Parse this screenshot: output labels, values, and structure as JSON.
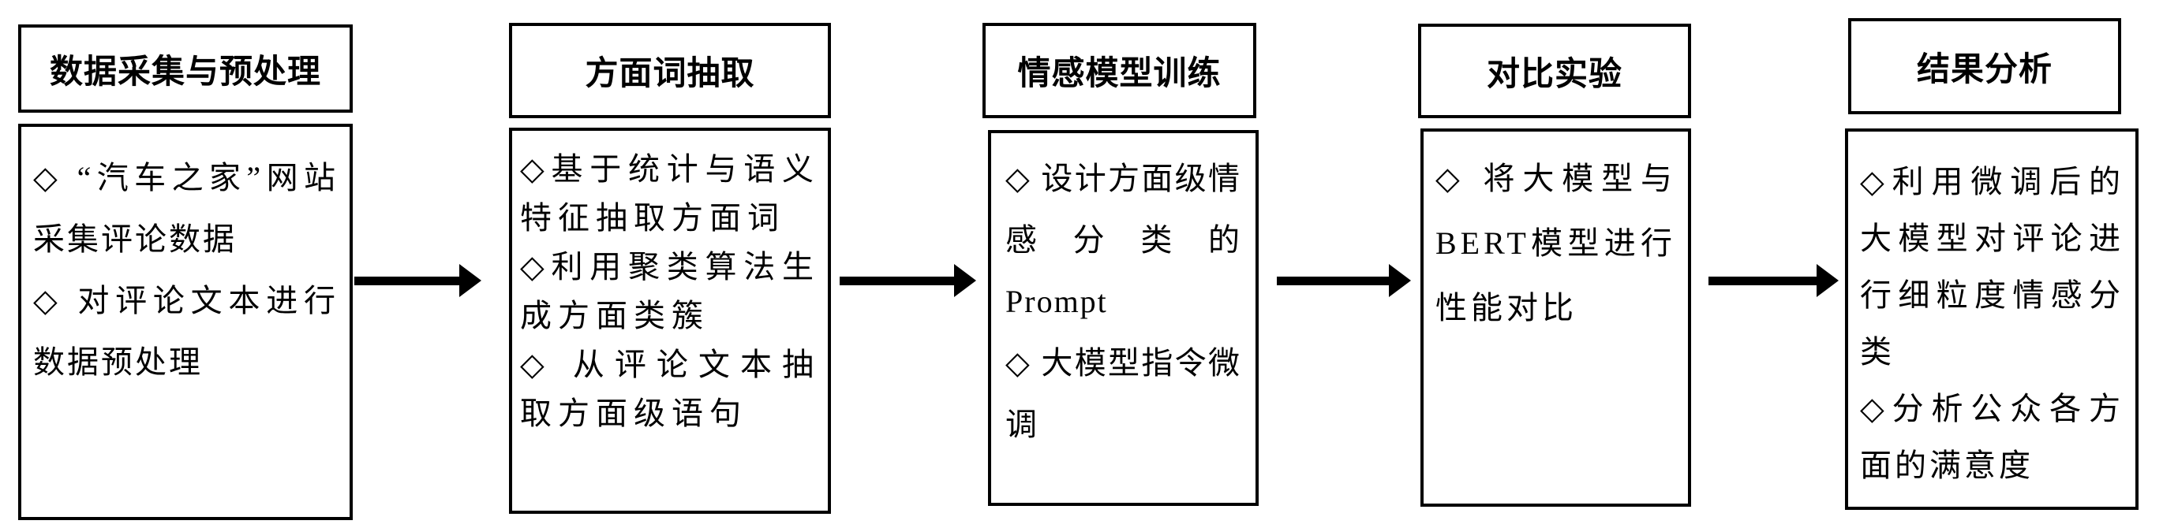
{
  "flowchart": {
    "stages": [
      {
        "title": "数据采集与预处理",
        "bullets": [
          "◇ “汽车之家”网站采集评论数据",
          "◇ 对评论文本进行数据预处理"
        ]
      },
      {
        "title": "方面词抽取",
        "bullets": [
          "◇基于统计与语义特征抽取方面词",
          "◇利用聚类算法生成方面类簇",
          "◇ 从评论文本抽取方面级语句"
        ]
      },
      {
        "title": "情感模型训练",
        "bullets": [
          "◇ 设计方面级情感分类的 Prompt",
          "◇ 大模型指令微调"
        ]
      },
      {
        "title": "对比实验",
        "bullets": [
          "◇ 将大模型与BERT模型进行性能对比"
        ]
      },
      {
        "title": "结果分析",
        "bullets": [
          "◇利用微调后的大模型对评论进行细粒度情感分类",
          "◇分析公众各方面的满意度"
        ]
      }
    ],
    "bullet_icon": "white-diamond",
    "arrow_icon": "right-arrow",
    "colors": {
      "background": "#ffffff",
      "border": "#000000",
      "text": "#000000",
      "arrow": "#000000"
    }
  }
}
